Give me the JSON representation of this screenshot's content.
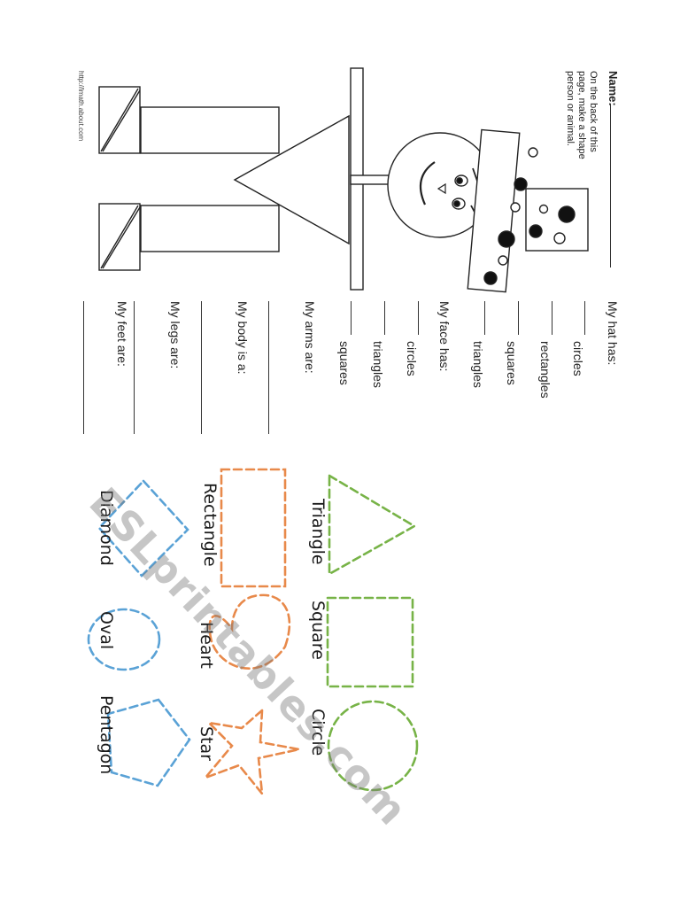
{
  "header": {
    "name_label": "Name:",
    "instruction_lines": [
      "On the back of this",
      "page, make a shape",
      "person or animal."
    ],
    "source_url": "http://lmath.about.com"
  },
  "questions": {
    "hat_has": "My hat has:",
    "hat_circles": "circles",
    "hat_rectangles": "rectangles",
    "hat_squares": "squares",
    "hat_triangles": "triangles",
    "face_has": "My face has:",
    "face_circles": "circles",
    "face_triangles": "triangles",
    "face_squares": "squares",
    "arms_are": "My arms are:",
    "body_is": "My body is a:",
    "legs_are": "My legs are:",
    "feet_are": "My feet are:"
  },
  "shapes": {
    "triangle": "Triangle",
    "square": "Square",
    "circle": "Circle",
    "rectangle": "Rectangle",
    "heart": "Heart",
    "star": "Star",
    "diamond": "Diamond",
    "oval": "Oval",
    "pentagon": "Pentagon"
  },
  "watermark": "ESLprintables.com",
  "colors": {
    "green": "#77b347",
    "orange": "#e8894a",
    "blue": "#5aa2d6",
    "line": "#222222"
  }
}
